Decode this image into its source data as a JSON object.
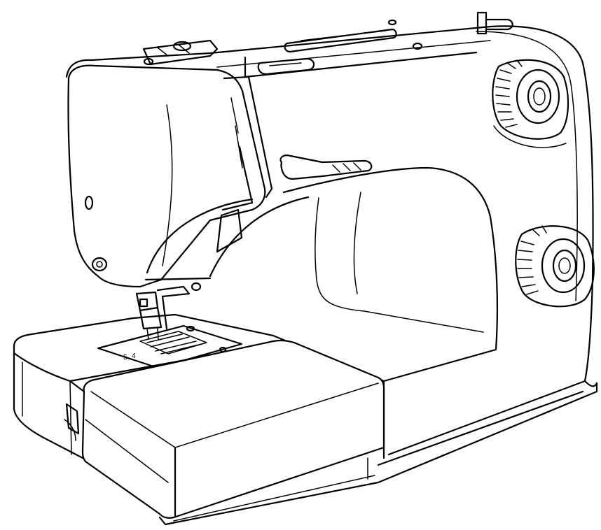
{
  "figure": {
    "subject": "sewing machine",
    "style": "black line drawing on white background",
    "colors": {
      "line": "#000000",
      "background": "#ffffff"
    },
    "parts": [
      "body-shell",
      "top-cover",
      "spool-pin",
      "bobbin-winder",
      "thread-guide",
      "stitch-length-dial",
      "pattern-selector-dial",
      "head-cover",
      "presser-foot",
      "needle-plate",
      "free-arm",
      "accessory-box",
      "reverse-lever"
    ],
    "plate_markings": [
      "5",
      "4"
    ]
  }
}
